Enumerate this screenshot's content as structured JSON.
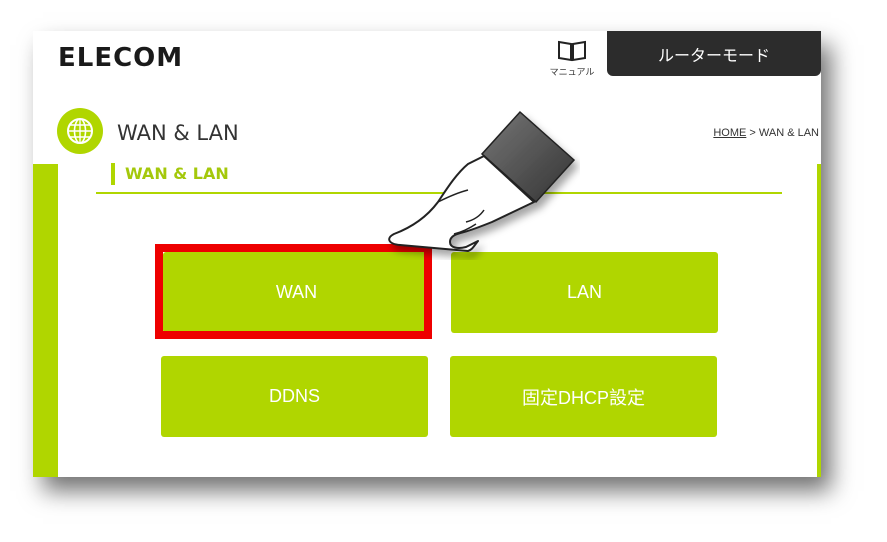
{
  "brand": {
    "logo_text": "ELECOM"
  },
  "header": {
    "manual_label": "マニュアル",
    "manual_icon": "book-icon",
    "mode_tab_label": "ルーターモード"
  },
  "page": {
    "icon": "globe-icon",
    "title": "WAN & LAN",
    "breadcrumb": {
      "home": "HOME",
      "separator": " > ",
      "current": "WAN & LAN"
    }
  },
  "section": {
    "heading": "WAN & LAN"
  },
  "menu_buttons": [
    {
      "label": "WAN",
      "highlighted": true
    },
    {
      "label": "LAN"
    },
    {
      "label": "DDNS"
    },
    {
      "label": "固定DHCP設定"
    }
  ],
  "colors": {
    "accent": "#b0d600",
    "heading_text": "#a4c80b",
    "dark_tab": "#2c2c2c",
    "highlight": "#ee0000"
  },
  "annotation": {
    "pointer": "pointing-hand-icon"
  }
}
